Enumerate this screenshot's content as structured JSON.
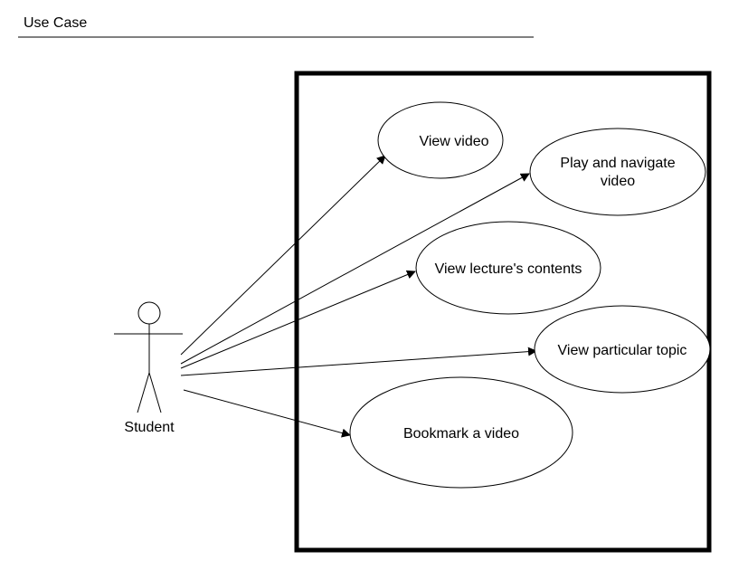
{
  "header": {
    "title": "Use Case"
  },
  "actor": {
    "label": "Student"
  },
  "use_cases": [
    {
      "id": "view-video",
      "lines": [
        "View video"
      ]
    },
    {
      "id": "play-and-navigate-video",
      "lines": [
        "Play and navigate",
        "video"
      ]
    },
    {
      "id": "view-lectures-contents",
      "lines": [
        "View lecture's contents"
      ]
    },
    {
      "id": "view-particular-topic",
      "lines": [
        "View particular topic"
      ]
    },
    {
      "id": "bookmark-a-video",
      "lines": [
        "Bookmark a video"
      ]
    }
  ],
  "colors": {
    "stroke": "#000000",
    "background": "#ffffff"
  }
}
